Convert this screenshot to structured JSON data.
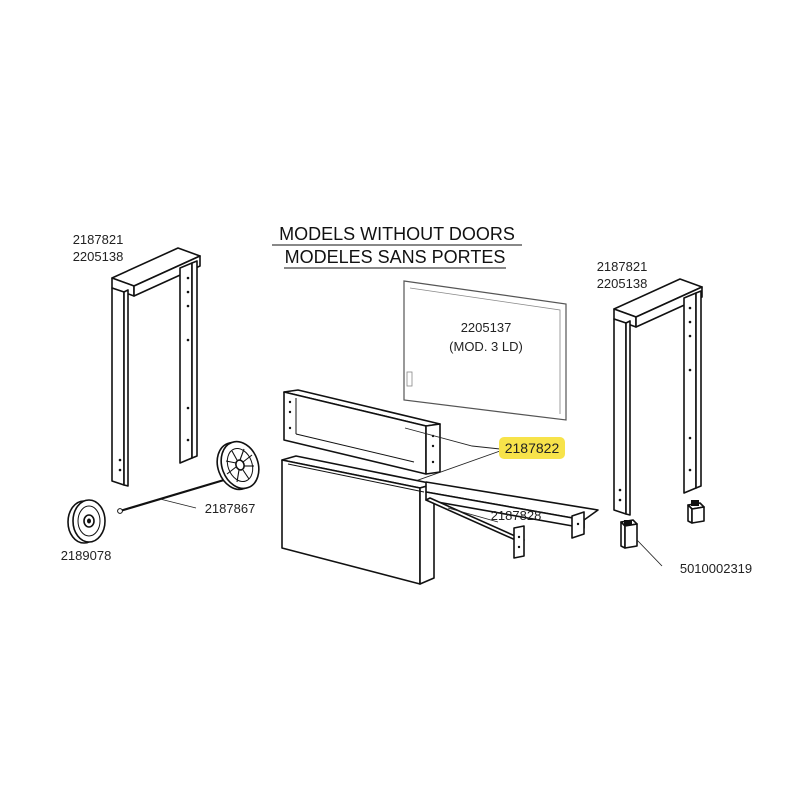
{
  "title": {
    "line1": "MODELS WITHOUT DOORS",
    "line2": "MODELES SANS PORTES"
  },
  "highlight_color": "#f7e34a",
  "parts": {
    "left_frame": [
      "2187821",
      "2205138"
    ],
    "right_frame": [
      "2187821",
      "2205138"
    ],
    "back_panel": [
      "2205137",
      "(MOD. 3 LD)"
    ],
    "front_panel": "2187822",
    "bottom_shelf": "2187828",
    "axle": "2187867",
    "wheel": "2189078",
    "leveling_foot": "5010002319"
  }
}
